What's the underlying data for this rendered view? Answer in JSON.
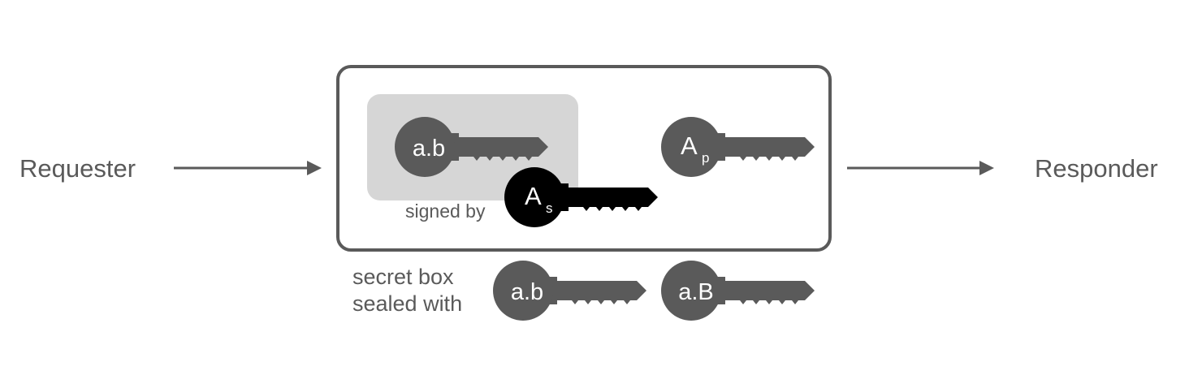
{
  "participants": {
    "requester": "Requester",
    "responder": "Responder"
  },
  "box": {
    "signed_by_label": "signed by",
    "sealed_label_line1": "secret box",
    "sealed_label_line2": "sealed with"
  },
  "keys": {
    "inner_ab": {
      "label": "a.b",
      "color": "#5a5a5a"
    },
    "signing_As": {
      "label": "A",
      "subscript": "s",
      "color": "#000000"
    },
    "public_Ap": {
      "label": "A",
      "subscript": "p",
      "color": "#5a5a5a"
    },
    "seal_ab": {
      "label": "a.b",
      "color": "#5a5a5a"
    },
    "seal_aB": {
      "label": "a.B",
      "color": "#5a5a5a"
    }
  },
  "colors": {
    "line": "#5a5a5a",
    "signed_region": "#d6d6d6",
    "key_gray": "#5a5a5a",
    "key_black": "#000000"
  }
}
